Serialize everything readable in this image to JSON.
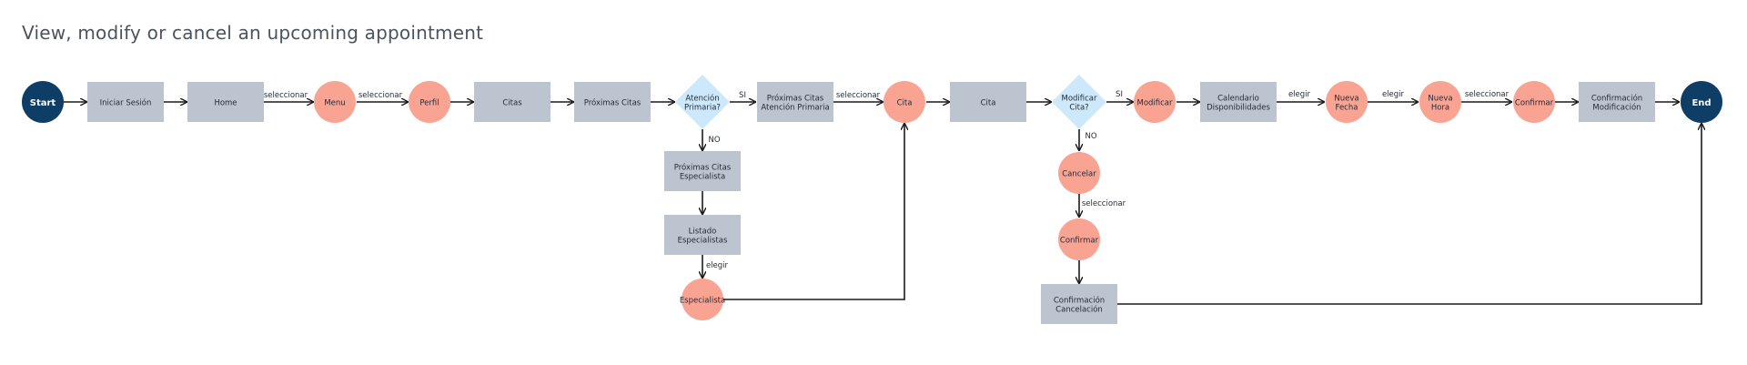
{
  "title": "View, modify or cancel an upcoming appointment",
  "colors": {
    "terminal": "#0e3e66",
    "process": "#bcc5cf",
    "action": "#f9a393",
    "decision": "#cde8fa",
    "line": "#1a1a1a"
  },
  "nodes": {
    "start": "Start",
    "iniciar_sesion": "Iniciar Sesión",
    "home": "Home",
    "menu": "Menu",
    "perfil": "Perfil",
    "citas": "Citas",
    "proximas_citas": "Próximas Citas",
    "atencion_primaria_q": [
      "Atención",
      "Primaria?"
    ],
    "proximas_citas_ap": [
      "Próximas Citas",
      "Atención Primaria"
    ],
    "cita_circle": "Cita",
    "cita_box": "Cita",
    "modificar_cita_q": [
      "Modificar",
      "Cita?"
    ],
    "modificar": "Modificar",
    "calendario": [
      "Calendario",
      "Disponibilidades"
    ],
    "nueva_fecha": [
      "Nueva",
      "Fecha"
    ],
    "nueva_hora": [
      "Nueva",
      "Hora"
    ],
    "confirmar_mod": "Confirmar",
    "confirmacion_mod": [
      "Confirmación",
      "Modificación"
    ],
    "end": "End",
    "proximas_citas_esp": [
      "Próximas Citas",
      "Especialista"
    ],
    "listado_esp": [
      "Listado",
      "Especialistas"
    ],
    "especialista": "Especialista",
    "cancelar": "Cancelar",
    "confirmar_cancel": "Confirmar",
    "confirmacion_cancel": [
      "Confirmación",
      "Cancelación"
    ]
  },
  "edge_labels": {
    "home_menu": "seleccionar",
    "menu_perfil": "seleccionar",
    "ap_si": "SI",
    "ap_no": "NO",
    "ap_cita": "seleccionar",
    "mod_si": "SI",
    "mod_no": "NO",
    "cal_fecha": "elegir",
    "fecha_hora": "elegir",
    "hora_confirmar": "seleccionar",
    "listado_esp": "elegir",
    "cancelar_confirmar": "seleccionar"
  }
}
